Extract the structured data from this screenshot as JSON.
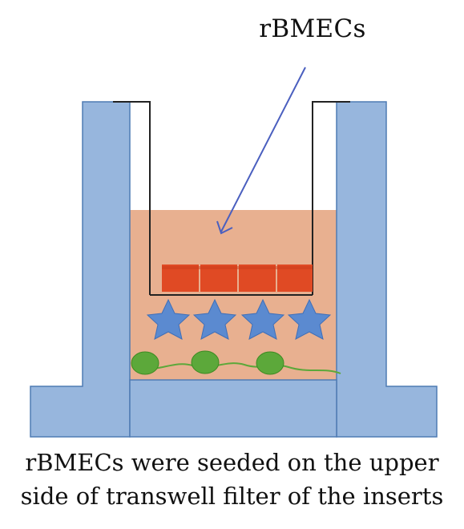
{
  "diagram": {
    "pointer_label": "rBMECs",
    "caption_lines": [
      "rBMECs were seeded on the upper",
      "side of transwell filter of the inserts"
    ],
    "colors": {
      "well": "#97b6dd",
      "well_edge": "#4f7bb3",
      "medium": "#e8b090",
      "insert_wall": "#222222",
      "rbmec_cells": "#e04a24",
      "astrocytes": "#5b8ad0",
      "pericytes": "#5ca83a",
      "arrow": "#4a5fbf"
    },
    "icons": {
      "astrocyte": "star-shape",
      "pericyte": "ellipse-shape"
    }
  }
}
